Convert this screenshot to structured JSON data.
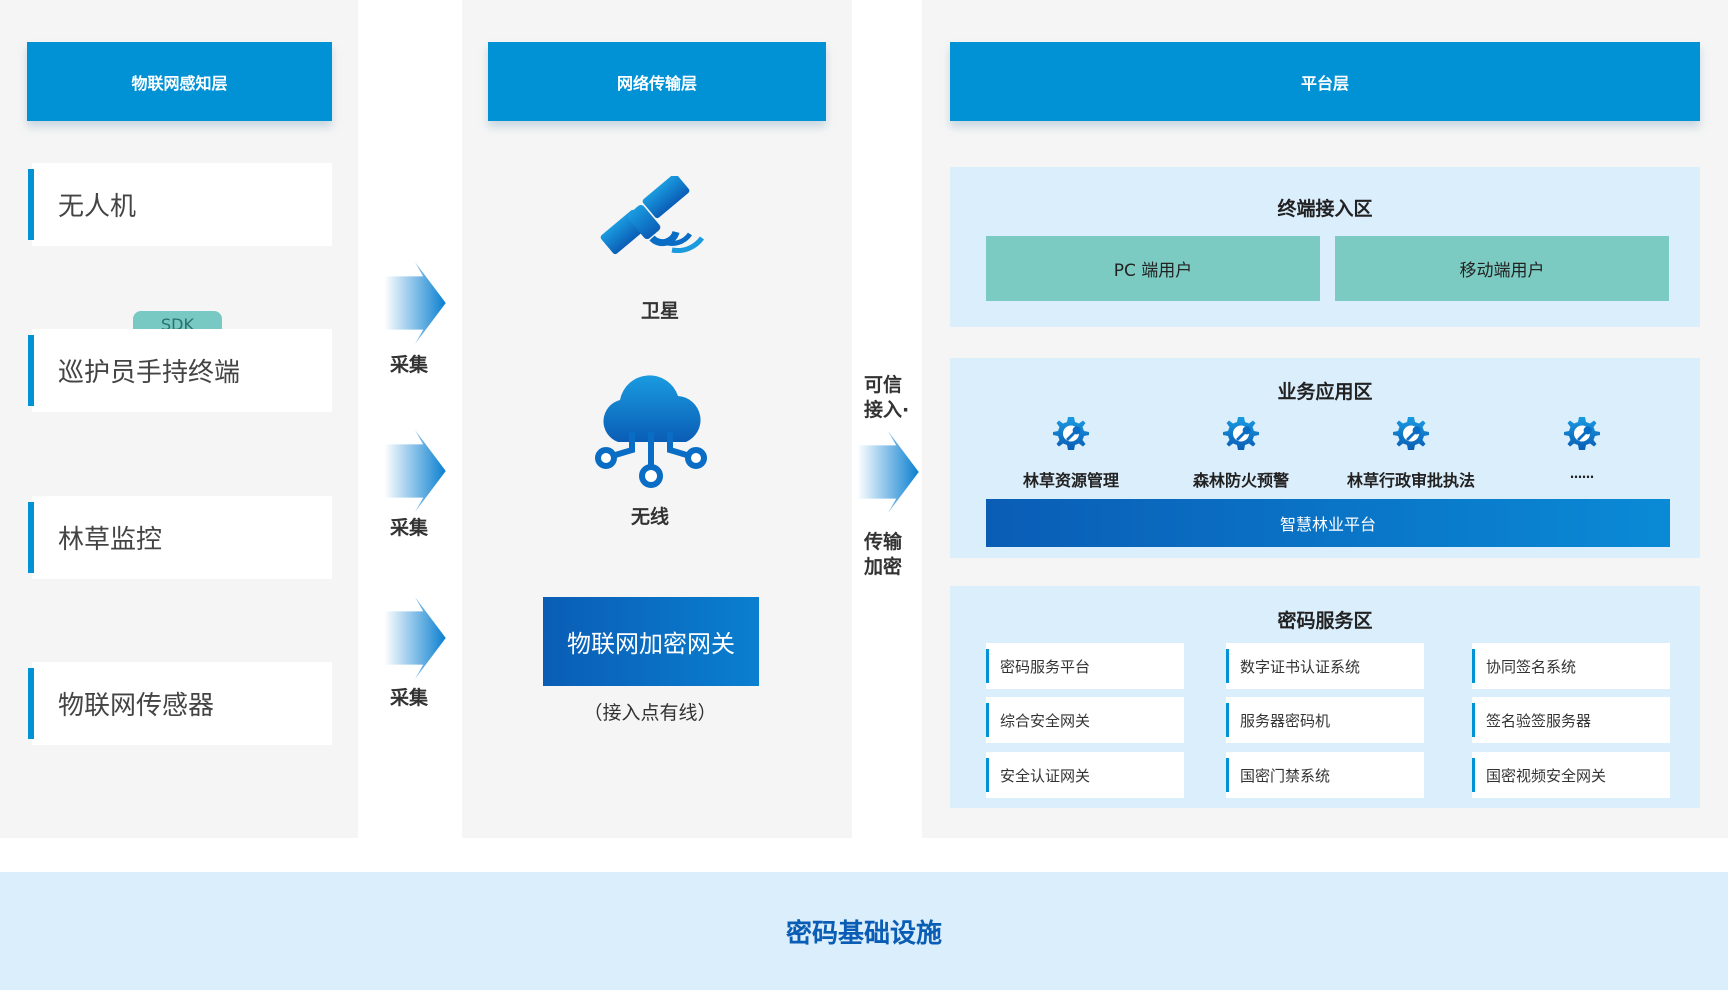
{
  "headers": {
    "perception": "物联网感知层",
    "network": "网络传输层",
    "platform": "平台层"
  },
  "perception_items": [
    "无人机",
    "巡护员手持终端",
    "林草监控",
    "物联网传感器"
  ],
  "sdk_badge": "SDK",
  "collect_label": "采集",
  "network": {
    "satellite": "卫星",
    "wireless": "无线",
    "gateway": "物联网加密网关",
    "gateway_note": "（接入点有线）"
  },
  "trusted_access": {
    "top_line1": "可信",
    "top_line2": "接入·",
    "bottom_line1": "传输",
    "bottom_line2": "加密"
  },
  "terminal_zone": {
    "title": "终端接入区",
    "items": [
      "PC 端用户",
      "移动端用户"
    ]
  },
  "app_zone": {
    "title": "业务应用区",
    "apps": [
      "林草资源管理",
      "森林防火预警",
      "林草行政审批执法",
      "……"
    ],
    "platform": "智慧林业平台"
  },
  "crypto_zone": {
    "title": "密码服务区",
    "columns": [
      [
        "密码服务平台",
        "综合安全网关",
        "安全认证网关"
      ],
      [
        "数字证书认证系统",
        "服务器密码机",
        "国密门禁系统"
      ],
      [
        "协同签名系统",
        "签名验签服务器",
        "国密视频安全网关"
      ]
    ]
  },
  "infrastructure": "密码基础设施",
  "colors": {
    "primary": "#0192d6",
    "dark_blue": "#0a5db5",
    "teal": "#7ccbc2",
    "zone_bg": "#dbeefc",
    "panel_bg": "#f5f5f5"
  }
}
